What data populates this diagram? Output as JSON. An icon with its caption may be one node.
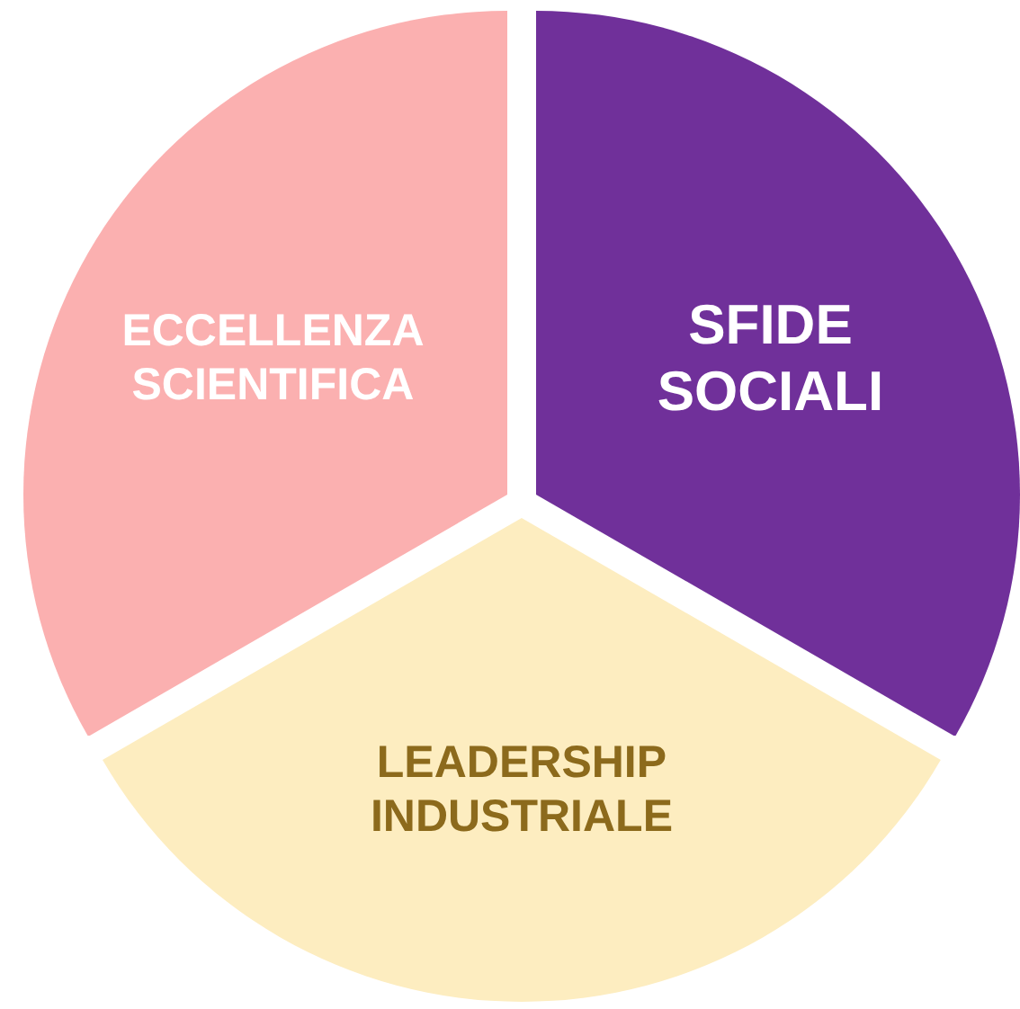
{
  "diagram": {
    "nodes": [
      {
        "text": [
          "ECCELLENZA SCIENTIFICA"
        ]
      },
      {
        "text": [
          "SFIDE SOCIALI"
        ]
      },
      {
        "text": [
          "LEADERSHIP INDUSTRIALE"
        ]
      }
    ]
  }
}
